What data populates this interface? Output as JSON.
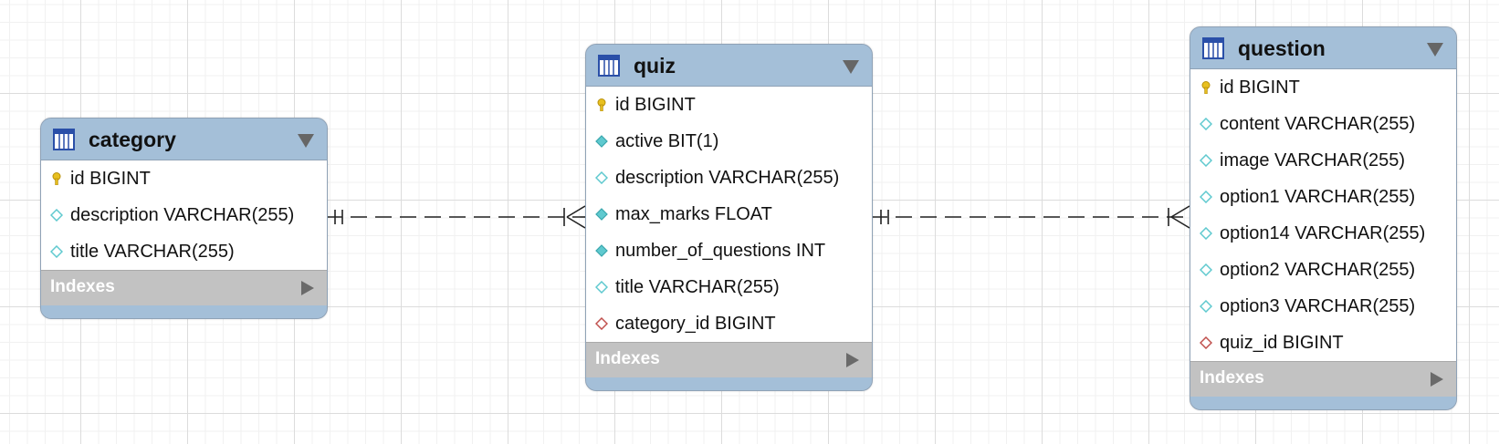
{
  "entities": [
    {
      "id": "category",
      "name": "category",
      "columns": [
        {
          "label": "id BIGINT",
          "kind": "primary-key"
        },
        {
          "label": "description VARCHAR(255)",
          "kind": "nullable"
        },
        {
          "label": "title VARCHAR(255)",
          "kind": "nullable"
        }
      ],
      "indexes_label": "Indexes"
    },
    {
      "id": "quiz",
      "name": "quiz",
      "columns": [
        {
          "label": "id BIGINT",
          "kind": "primary-key"
        },
        {
          "label": "active BIT(1)",
          "kind": "not-null"
        },
        {
          "label": "description VARCHAR(255)",
          "kind": "nullable"
        },
        {
          "label": "max_marks FLOAT",
          "kind": "not-null"
        },
        {
          "label": "number_of_questions INT",
          "kind": "not-null"
        },
        {
          "label": "title VARCHAR(255)",
          "kind": "nullable"
        },
        {
          "label": "category_id BIGINT",
          "kind": "foreign-key"
        }
      ],
      "indexes_label": "Indexes"
    },
    {
      "id": "question",
      "name": "question",
      "columns": [
        {
          "label": "id BIGINT",
          "kind": "primary-key"
        },
        {
          "label": "content VARCHAR(255)",
          "kind": "nullable"
        },
        {
          "label": "image VARCHAR(255)",
          "kind": "nullable"
        },
        {
          "label": "option1 VARCHAR(255)",
          "kind": "nullable"
        },
        {
          "label": "option14 VARCHAR(255)",
          "kind": "nullable"
        },
        {
          "label": "option2 VARCHAR(255)",
          "kind": "nullable"
        },
        {
          "label": "option3 VARCHAR(255)",
          "kind": "nullable"
        },
        {
          "label": "quiz_id BIGINT",
          "kind": "foreign-key"
        }
      ],
      "indexes_label": "Indexes"
    }
  ],
  "relationships": [
    {
      "from": "category",
      "to": "quiz",
      "from_cardinality": "one-and-only-one",
      "to_cardinality": "one-or-many",
      "line_style": "dashed"
    },
    {
      "from": "quiz",
      "to": "question",
      "from_cardinality": "one-and-only-one",
      "to_cardinality": "one-or-many",
      "line_style": "dashed"
    }
  ],
  "colors": {
    "header": "#a4bfd8",
    "indexes_bar": "#c2c2c2",
    "primary_key": "#e8c020",
    "not_null_column": "#5fc9cf",
    "nullable_column": "#5fc9cf",
    "foreign_key": "#c0504d"
  },
  "icons": {
    "table": "table-icon",
    "collapse": "triangle-down-icon",
    "expand": "triangle-right-icon",
    "primary_key": "key-icon",
    "column": "diamond-icon"
  }
}
